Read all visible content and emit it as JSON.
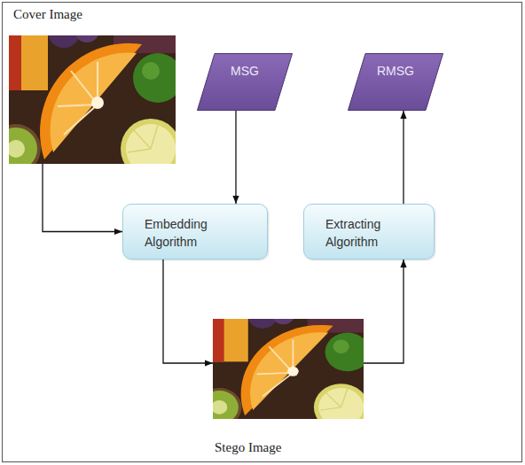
{
  "diagram": {
    "nodes": [
      {
        "text": [
          "Cover Image"
        ]
      },
      {
        "text": [
          "MSG"
        ]
      },
      {
        "text": [
          "RMSG"
        ]
      },
      {
        "text": [
          "Embedding Algorithm"
        ]
      },
      {
        "text": [
          "Extracting Algorithm"
        ]
      },
      {
        "text": [
          "Stego Image"
        ]
      }
    ],
    "edges": [
      {
        "from": 0,
        "to": 3,
        "arrow": "to"
      },
      {
        "from": 1,
        "to": 3,
        "arrow": "to"
      },
      {
        "from": 3,
        "to": 5,
        "arrow": "to"
      },
      {
        "from": 5,
        "to": 4,
        "arrow": "to"
      },
      {
        "from": 4,
        "to": 2,
        "arrow": "to"
      }
    ]
  }
}
